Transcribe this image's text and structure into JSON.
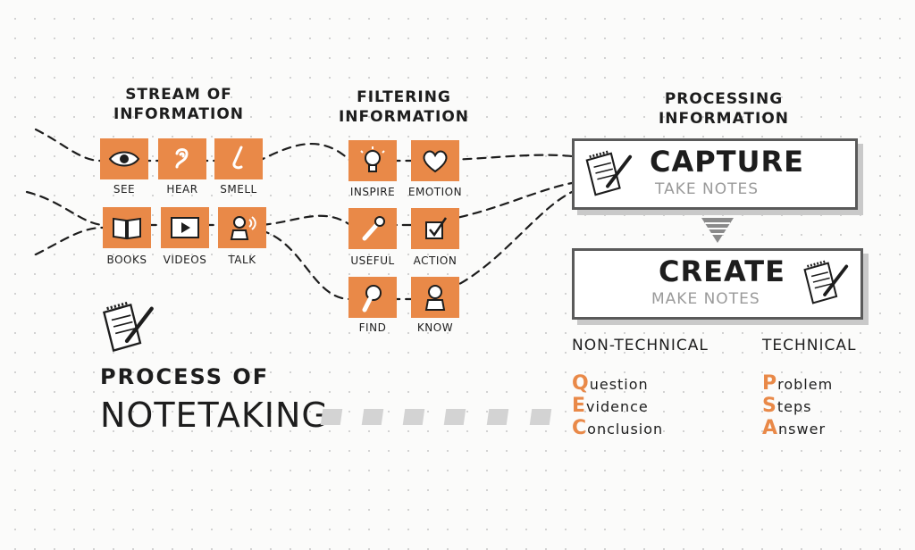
{
  "headings": {
    "stream": [
      "Stream of",
      "Information"
    ],
    "filtering": [
      "Filtering",
      "Information"
    ],
    "processing": [
      "Processing",
      "Information"
    ]
  },
  "stream_tiles": [
    {
      "label": "See",
      "icon": "eye-icon"
    },
    {
      "label": "Hear",
      "icon": "ear-icon"
    },
    {
      "label": "Smell",
      "icon": "nose-icon"
    },
    {
      "label": "Books",
      "icon": "book-icon"
    },
    {
      "label": "Videos",
      "icon": "video-icon"
    },
    {
      "label": "Talk",
      "icon": "speaker-icon"
    }
  ],
  "filter_tiles": [
    {
      "label": "Inspire",
      "icon": "lightbulb-icon"
    },
    {
      "label": "Emotion",
      "icon": "heart-icon"
    },
    {
      "label": "Useful",
      "icon": "wrench-icon"
    },
    {
      "label": "Action",
      "icon": "checkbox-icon"
    },
    {
      "label": "Find",
      "icon": "magnifier-icon"
    },
    {
      "label": "Know",
      "icon": "head-icon"
    }
  ],
  "capture": {
    "title": "Capture",
    "subtitle": "Take notes"
  },
  "create": {
    "title": "Create",
    "subtitle": "Make notes"
  },
  "non_technical": {
    "title": "Non-Technical",
    "items": [
      {
        "initial": "Q",
        "rest": "uestion"
      },
      {
        "initial": "E",
        "rest": "vidence"
      },
      {
        "initial": "C",
        "rest": "onclusion"
      }
    ]
  },
  "technical": {
    "title": "Technical",
    "items": [
      {
        "initial": "P",
        "rest": "roblem"
      },
      {
        "initial": "S",
        "rest": "teps"
      },
      {
        "initial": "A",
        "rest": "nswer"
      }
    ]
  },
  "process": {
    "line1": "Process of",
    "line2": "Notetaking"
  },
  "colors": {
    "accent": "#e98948",
    "ink": "#1d1d1d",
    "muted": "#9a9a9a",
    "box_border": "#5a5a5a"
  }
}
